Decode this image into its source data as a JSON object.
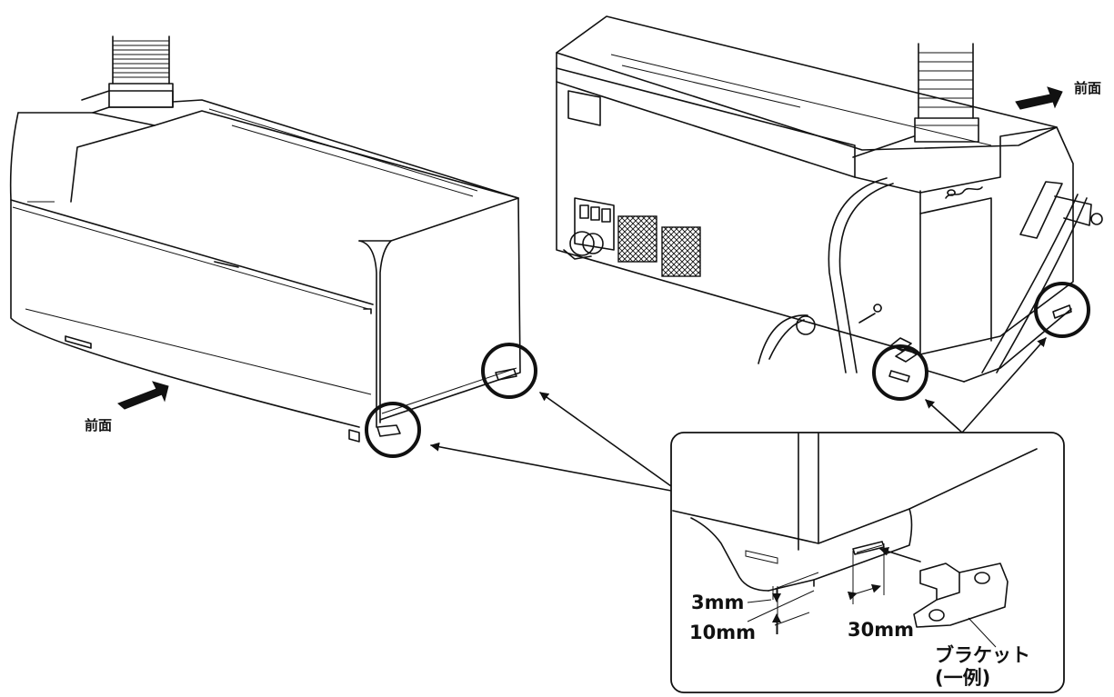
{
  "labels": {
    "front_left": "前面",
    "front_right": "前面",
    "dim_height": "3mm",
    "dim_depth": "10mm",
    "dim_width": "30mm",
    "bracket_line1": "ブラケット",
    "bracket_line2": "(一例)"
  }
}
